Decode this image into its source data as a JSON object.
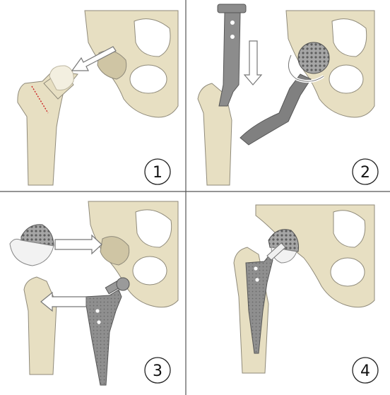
{
  "panels": [
    {
      "step": "1",
      "caption": ""
    },
    {
      "step": "2",
      "caption": ""
    },
    {
      "step": "3",
      "caption": ""
    },
    {
      "step": "4",
      "caption": ""
    }
  ],
  "colors": {
    "bone": "#e7dfc2",
    "bone_shadow": "#cfc5a4",
    "bone_outline": "#8f8a7a",
    "implant": "#8c8c8c",
    "implant_dark": "#6d6d6d",
    "cup_porous": "#9a9a9a",
    "liner": "#f2f2f2",
    "cut_line": "#cc2222",
    "divider": "#555555"
  },
  "icons": [
    "arrow-icon",
    "rotation-arrow-icon",
    "step-number-badge"
  ]
}
